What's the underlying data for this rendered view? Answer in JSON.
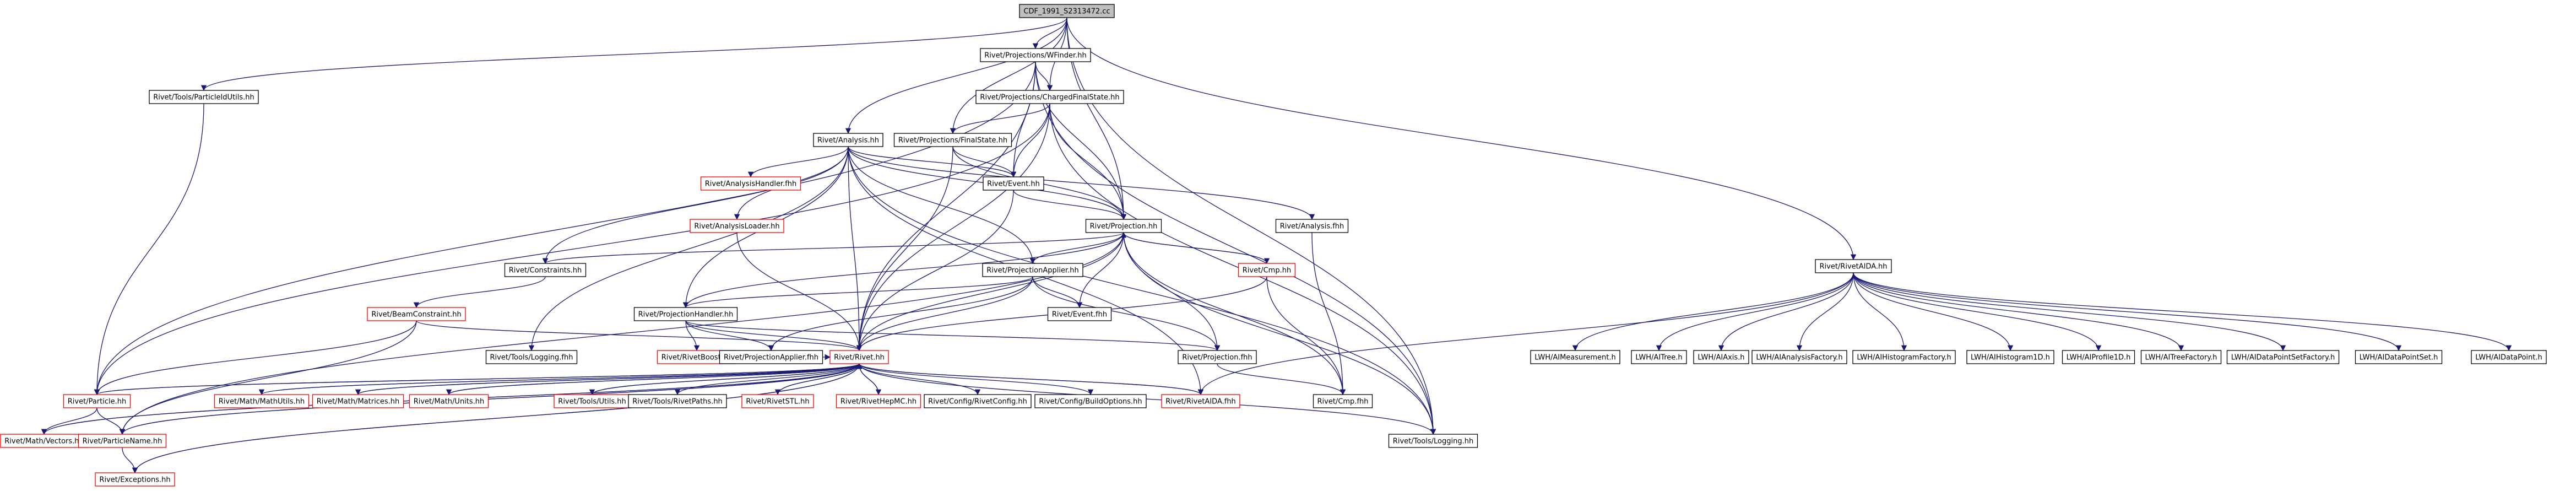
{
  "root": "CDF_1991_S2313472.cc",
  "nodes": {
    "root": "CDF_1991_S2313472.cc",
    "wfinder": "Rivet/Projections/WFinder.hh",
    "pidutils": "Rivet/Tools/ParticleIdUtils.hh",
    "chargedfs": "Rivet/Projections/ChargedFinalState.hh",
    "analysis": "Rivet/Analysis.hh",
    "finalstate": "Rivet/Projections/FinalState.hh",
    "analysishandler": "Rivet/AnalysisHandler.fhh",
    "event": "Rivet/Event.hh",
    "analysisloader": "Rivet/AnalysisLoader.hh",
    "projection": "Rivet/Projection.hh",
    "analysisfhh": "Rivet/Analysis.fhh",
    "constraints": "Rivet/Constraints.hh",
    "projapplier": "Rivet/ProjectionApplier.hh",
    "cmphh": "Rivet/Cmp.hh",
    "beamconstraint": "Rivet/BeamConstraint.hh",
    "projhandler": "Rivet/ProjectionHandler.hh",
    "eventfhh": "Rivet/Event.fhh",
    "loggingfhh": "Rivet/Tools/Logging.fhh",
    "rivetboost": "Rivet/RivetBoost.hh",
    "projapplierfhh": "Rivet/ProjectionApplier.fhh",
    "rivet": "Rivet/Rivet.hh",
    "projectionfhh": "Rivet/Projection.fhh",
    "particle": "Rivet/Particle.hh",
    "mathutils": "Rivet/Math/MathUtils.hh",
    "matrices": "Rivet/Math/Matrices.hh",
    "units": "Rivet/Math/Units.hh",
    "utils": "Rivet/Tools/Utils.hh",
    "rivetpaths": "Rivet/Tools/RivetPaths.hh",
    "rivetstl": "Rivet/RivetSTL.hh",
    "rivethepmc": "Rivet/RivetHepMC.hh",
    "config": "Rivet/Config/RivetConfig.hh",
    "buildoptions": "Rivet/Config/BuildOptions.hh",
    "rivetaida_red": "Rivet/RivetAIDA.fhh",
    "cmpfhh": "Rivet/Cmp.fhh",
    "vectors": "Rivet/Math/Vectors.hh",
    "particlename": "Rivet/ParticleName.hh",
    "logginghh": "Rivet/Tools/Logging.hh",
    "exceptions": "Rivet/Exceptions.hh",
    "rivetaida": "Rivet/RivetAIDA.hh",
    "imeasurement": "LWH/AIMeasurement.h",
    "itree": "LWH/AITree.h",
    "iaxis": "LWH/AIAxis.h",
    "ianalysisfactory": "LWH/AIAnalysisFactory.h",
    "ihistogramfactory": "LWH/AIHistogramFactory.h",
    "ihistogram1d": "LWH/AIHistogram1D.h",
    "iprofile1d": "LWH/AIProfile1D.h",
    "itreefactory": "LWH/AITreeFactory.h",
    "idatapointsetfactory": "LWH/AIDataPointSetFactory.h",
    "idatapointset": "LWH/AIDataPointSet.h",
    "idatapoint": "LWH/AIDataPoint.h"
  },
  "red_nodes": [
    "analysishandler",
    "analysisloader",
    "cmphh",
    "beamconstraint",
    "rivetboost",
    "rivet",
    "particle",
    "mathutils",
    "matrices",
    "units",
    "utils",
    "rivetstl",
    "rivethepmc",
    "rivetaida_red",
    "vectors",
    "particlename",
    "exceptions"
  ],
  "edge_color": "#191970",
  "edges": [
    [
      "root",
      "wfinder"
    ],
    [
      "root",
      "pidutils"
    ],
    [
      "root",
      "chargedfs"
    ],
    [
      "root",
      "analysis"
    ],
    [
      "root",
      "finalstate"
    ],
    [
      "root",
      "projection"
    ],
    [
      "root",
      "logginghh"
    ],
    [
      "root",
      "rivetaida"
    ],
    [
      "wfinder",
      "chargedfs"
    ],
    [
      "wfinder",
      "event"
    ],
    [
      "wfinder",
      "projection"
    ],
    [
      "wfinder",
      "particle"
    ],
    [
      "wfinder",
      "rivet"
    ],
    [
      "wfinder",
      "logginghh"
    ],
    [
      "pidutils",
      "particle"
    ],
    [
      "chargedfs",
      "finalstate"
    ],
    [
      "chargedfs",
      "event"
    ],
    [
      "chargedfs",
      "projection"
    ],
    [
      "chargedfs",
      "particle"
    ],
    [
      "chargedfs",
      "rivet"
    ],
    [
      "chargedfs",
      "logginghh"
    ],
    [
      "analysis",
      "analysishandler"
    ],
    [
      "analysis",
      "event"
    ],
    [
      "analysis",
      "analysisloader"
    ],
    [
      "analysis",
      "projection"
    ],
    [
      "analysis",
      "analysisfhh"
    ],
    [
      "analysis",
      "constraints"
    ],
    [
      "analysis",
      "projapplier"
    ],
    [
      "analysis",
      "projhandler"
    ],
    [
      "analysis",
      "loggingfhh"
    ],
    [
      "analysis",
      "rivet"
    ],
    [
      "analysis",
      "rivetaida_red"
    ],
    [
      "analysis",
      "logginghh"
    ],
    [
      "finalstate",
      "event"
    ],
    [
      "finalstate",
      "projection"
    ],
    [
      "finalstate",
      "rivet"
    ],
    [
      "event",
      "projection"
    ],
    [
      "event",
      "rivet"
    ],
    [
      "analysisloader",
      "rivet"
    ],
    [
      "projection",
      "constraints"
    ],
    [
      "projection",
      "projapplier"
    ],
    [
      "projection",
      "cmphh"
    ],
    [
      "projection",
      "projhandler"
    ],
    [
      "projection",
      "eventfhh"
    ],
    [
      "projection",
      "rivet"
    ],
    [
      "projection",
      "projectionfhh"
    ],
    [
      "projection",
      "cmpfhh"
    ],
    [
      "projection",
      "logginghh"
    ],
    [
      "projection",
      "particlename"
    ],
    [
      "analysisfhh",
      "cmpfhh"
    ],
    [
      "constraints",
      "beamconstraint"
    ],
    [
      "projapplier",
      "projhandler"
    ],
    [
      "projapplier",
      "eventfhh"
    ],
    [
      "projapplier",
      "projapplierfhh"
    ],
    [
      "projapplier",
      "rivet"
    ],
    [
      "projapplier",
      "projectionfhh"
    ],
    [
      "cmphh",
      "projection"
    ],
    [
      "cmphh",
      "rivet"
    ],
    [
      "cmphh",
      "cmpfhh"
    ],
    [
      "beamconstraint",
      "particle"
    ],
    [
      "beamconstraint",
      "particlename"
    ],
    [
      "beamconstraint",
      "rivet"
    ],
    [
      "projhandler",
      "rivet"
    ],
    [
      "projhandler",
      "rivetboost"
    ],
    [
      "projhandler",
      "projapplierfhh"
    ],
    [
      "projhandler",
      "projectionfhh"
    ],
    [
      "rivet",
      "particle"
    ],
    [
      "rivet",
      "mathutils"
    ],
    [
      "rivet",
      "matrices"
    ],
    [
      "rivet",
      "units"
    ],
    [
      "rivet",
      "utils"
    ],
    [
      "rivet",
      "rivetpaths"
    ],
    [
      "rivet",
      "rivetstl"
    ],
    [
      "rivet",
      "rivethepmc"
    ],
    [
      "rivet",
      "config"
    ],
    [
      "rivet",
      "buildoptions"
    ],
    [
      "rivet",
      "rivetaida_red"
    ],
    [
      "rivet",
      "logginghh"
    ],
    [
      "rivet",
      "particlename"
    ],
    [
      "rivet",
      "exceptions"
    ],
    [
      "rivet",
      "vectors"
    ],
    [
      "particle",
      "vectors"
    ],
    [
      "particle",
      "particlename"
    ],
    [
      "particle",
      "rivet"
    ],
    [
      "particlename",
      "exceptions"
    ],
    [
      "particlename",
      "rivet"
    ],
    [
      "mathutils",
      "rivet"
    ],
    [
      "matrices",
      "rivet"
    ],
    [
      "units",
      "rivet"
    ],
    [
      "utils",
      "rivet"
    ],
    [
      "rivetstl",
      "rivet"
    ],
    [
      "rivethepmc",
      "rivet"
    ],
    [
      "rivetboost",
      "rivet"
    ],
    [
      "rivetaida_red",
      "rivet"
    ],
    [
      "exceptions",
      "rivet"
    ],
    [
      "vectors",
      "rivet"
    ],
    [
      "projectionfhh",
      "cmpfhh"
    ],
    [
      "rivetaida",
      "imeasurement"
    ],
    [
      "rivetaida",
      "itree"
    ],
    [
      "rivetaida",
      "iaxis"
    ],
    [
      "rivetaida",
      "ianalysisfactory"
    ],
    [
      "rivetaida",
      "ihistogramfactory"
    ],
    [
      "rivetaida",
      "ihistogram1d"
    ],
    [
      "rivetaida",
      "iprofile1d"
    ],
    [
      "rivetaida",
      "itreefactory"
    ],
    [
      "rivetaida",
      "idatapointsetfactory"
    ],
    [
      "rivetaida",
      "idatapointset"
    ],
    [
      "rivetaida",
      "idatapoint"
    ],
    [
      "rivetaida",
      "rivetaida_red"
    ]
  ]
}
